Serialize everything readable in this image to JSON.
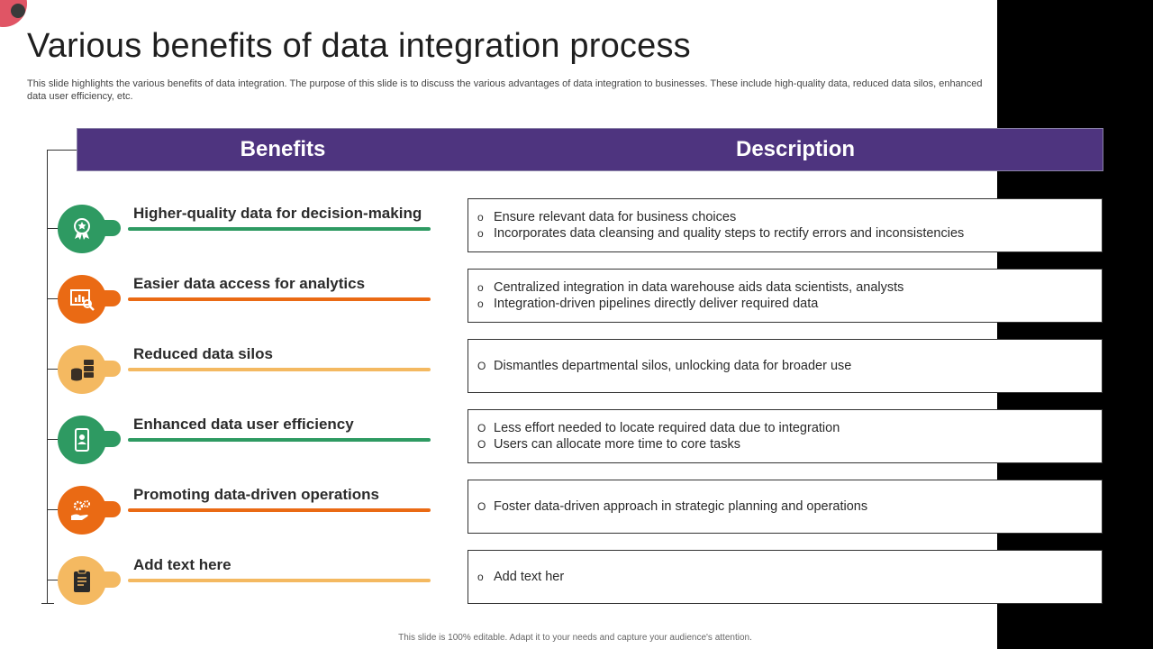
{
  "slide": {
    "title": "Various benefits of data integration process",
    "subtitle": "This slide highlights the various benefits of data integration. The purpose of this slide is to discuss the various advantages of data integration to businesses. These include high-quality data, reduced data silos, enhanced data user efficiency, etc.",
    "footer": "This slide is 100% editable. Adapt it to your needs and capture your audience's attention."
  },
  "colors": {
    "header": "#4e347f",
    "green": "#2e9a62",
    "orange": "#ea6a14",
    "yellow": "#f4b961",
    "accent_corner": "#e05565"
  },
  "table": {
    "headers": {
      "benefits": "Benefits",
      "description": "Description"
    },
    "rows": [
      {
        "benefit": "Higher-quality data for decision-making",
        "icon": "award-ribbon-icon",
        "color": "#2e9a62",
        "bullet_mark": "o",
        "bullets": [
          "Ensure relevant  data for business choices",
          "Incorporates data cleansing and quality steps to rectify errors and inconsistencies"
        ]
      },
      {
        "benefit": "Easier data access for analytics",
        "icon": "chart-magnifier-icon",
        "color": "#ea6a14",
        "bullet_mark": "o",
        "bullets": [
          "Centralized integration  in data warehouse aids data scientists, analysts",
          "Integration-driven  pipelines directly deliver required data"
        ]
      },
      {
        "benefit": "Reduced data silos",
        "icon": "database-server-icon",
        "color": "#f4b961",
        "bullet_mark": "O",
        "bullets": [
          "Dismantles departmental silos, unlocking data for broader use"
        ]
      },
      {
        "benefit": "Enhanced data user efficiency",
        "icon": "mobile-user-icon",
        "color": "#2e9a62",
        "bullet_mark": "O",
        "bullets": [
          "Less effort needed to locate required data due to integration",
          "Users can allocate more time to core tasks"
        ]
      },
      {
        "benefit": "Promoting data-driven operations",
        "icon": "gears-hand-icon",
        "color": "#ea6a14",
        "bullet_mark": "O",
        "bullets": [
          "Foster data-driven  approach in strategic planning and operations"
        ]
      },
      {
        "benefit": "Add text  here",
        "icon": "clipboard-icon",
        "color": "#f4b961",
        "bullet_mark": "o",
        "bullets": [
          "Add text her"
        ]
      }
    ]
  }
}
